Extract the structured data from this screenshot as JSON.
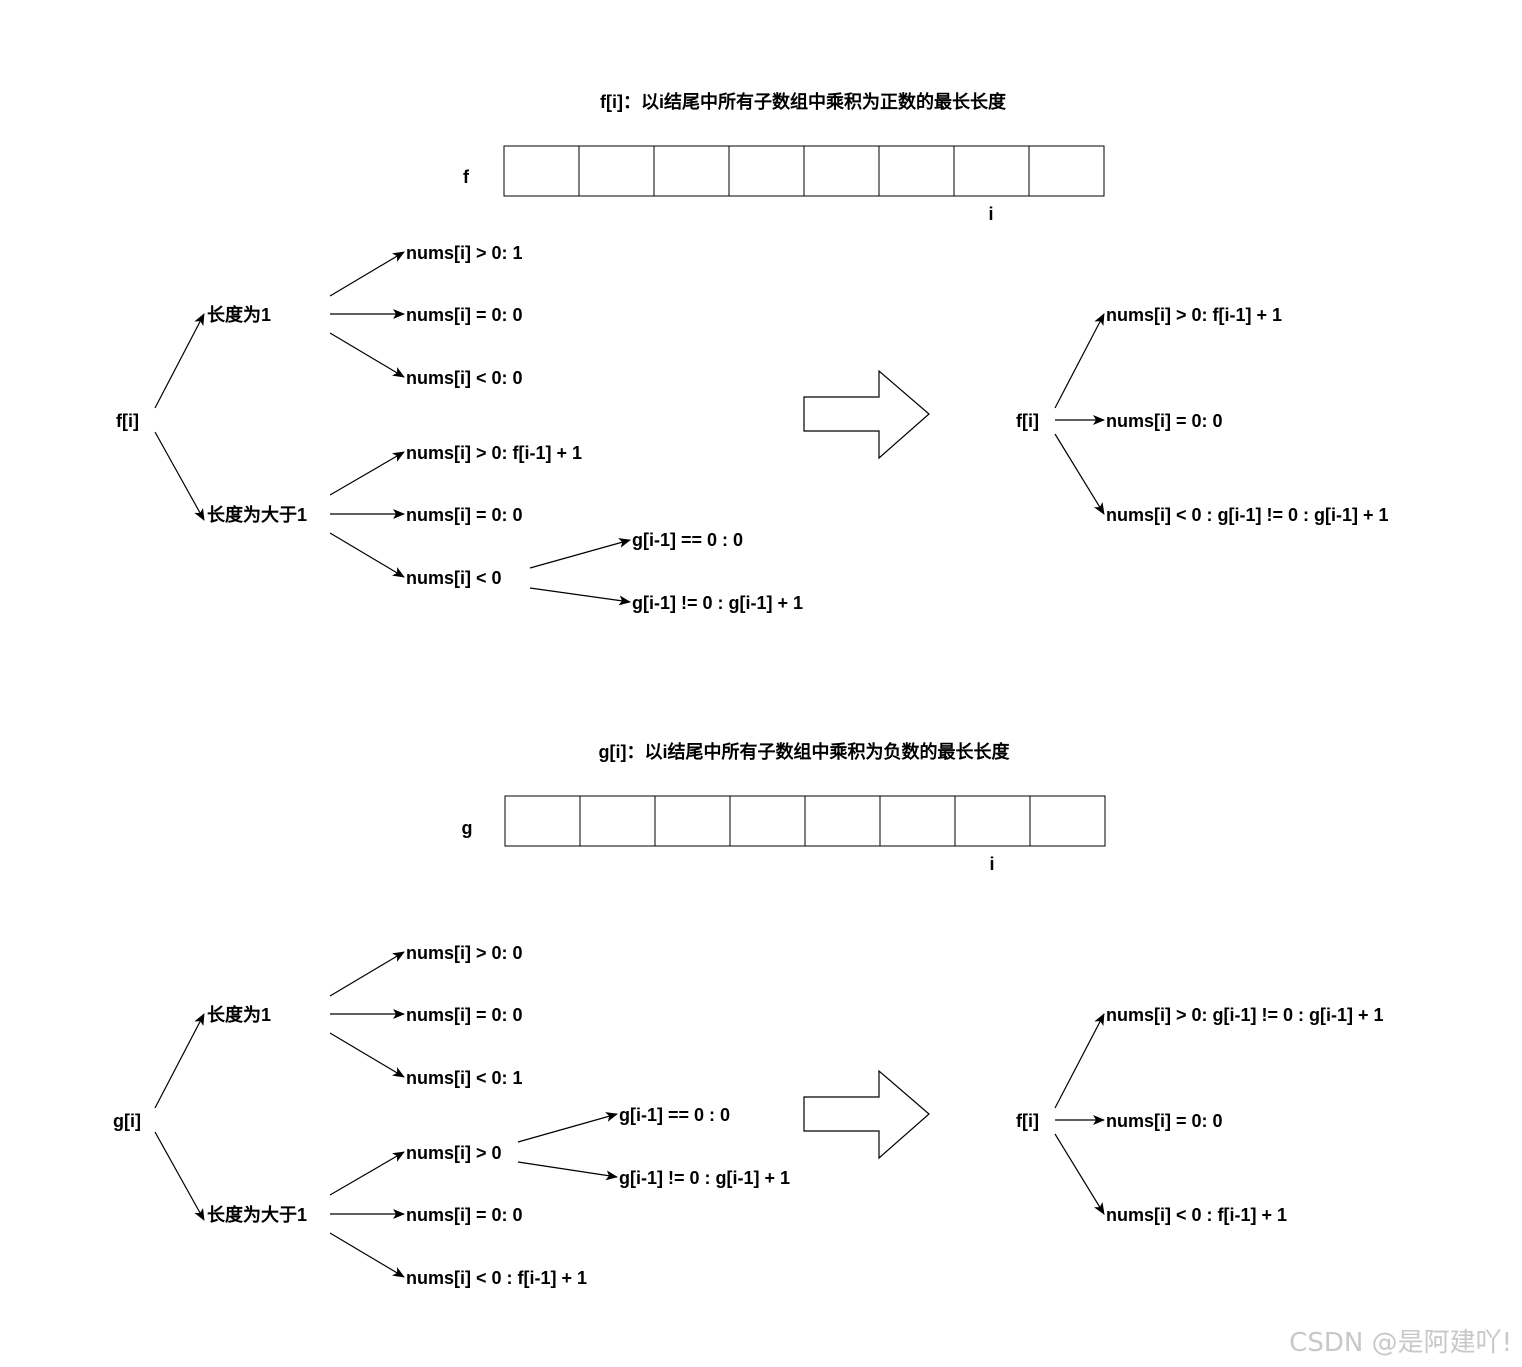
{
  "watermark": "CSDN @是阿建吖!",
  "sections": [
    {
      "title": "f[i]：以i结尾中所有子数组中乘积为正数的最长长度",
      "array_name": "f",
      "index_label": "i",
      "root": "f[i]",
      "branch_len1": "长度为1",
      "branch_len_gt1": "长度为大于1",
      "len1": [
        "nums[i] > 0:  1",
        "nums[i] = 0:  0",
        "nums[i] < 0:  0"
      ],
      "gt1": [
        "nums[i] > 0:  f[i-1] + 1",
        "nums[i] = 0:  0",
        "nums[i] < 0"
      ],
      "sub": [
        "g[i-1] == 0 : 0",
        "g[i-1] != 0 : g[i-1] + 1"
      ],
      "result_root": "f[i]",
      "result": [
        "nums[i] > 0:  f[i-1] + 1",
        "nums[i] = 0:  0",
        "nums[i] < 0 : g[i-1] != 0 : g[i-1] + 1"
      ]
    },
    {
      "title": "g[i]：以i结尾中所有子数组中乘积为负数的最长长度",
      "array_name": "g",
      "index_label": "i",
      "root": "g[i]",
      "branch_len1": "长度为1",
      "branch_len_gt1": "长度为大于1",
      "len1": [
        "nums[i] > 0:  0",
        "nums[i] = 0:  0",
        "nums[i] < 0:  1"
      ],
      "gt1": [
        "nums[i] > 0",
        "nums[i] = 0:  0",
        "nums[i] < 0 : f[i-1] + 1"
      ],
      "sub": [
        "g[i-1] == 0 : 0",
        "g[i-1] != 0 : g[i-1] + 1"
      ],
      "result_root": "f[i]",
      "result": [
        "nums[i] > 0:  g[i-1] != 0 : g[i-1] + 1",
        "nums[i] = 0:  0",
        "nums[i] < 0 : f[i-1] + 1"
      ]
    }
  ]
}
